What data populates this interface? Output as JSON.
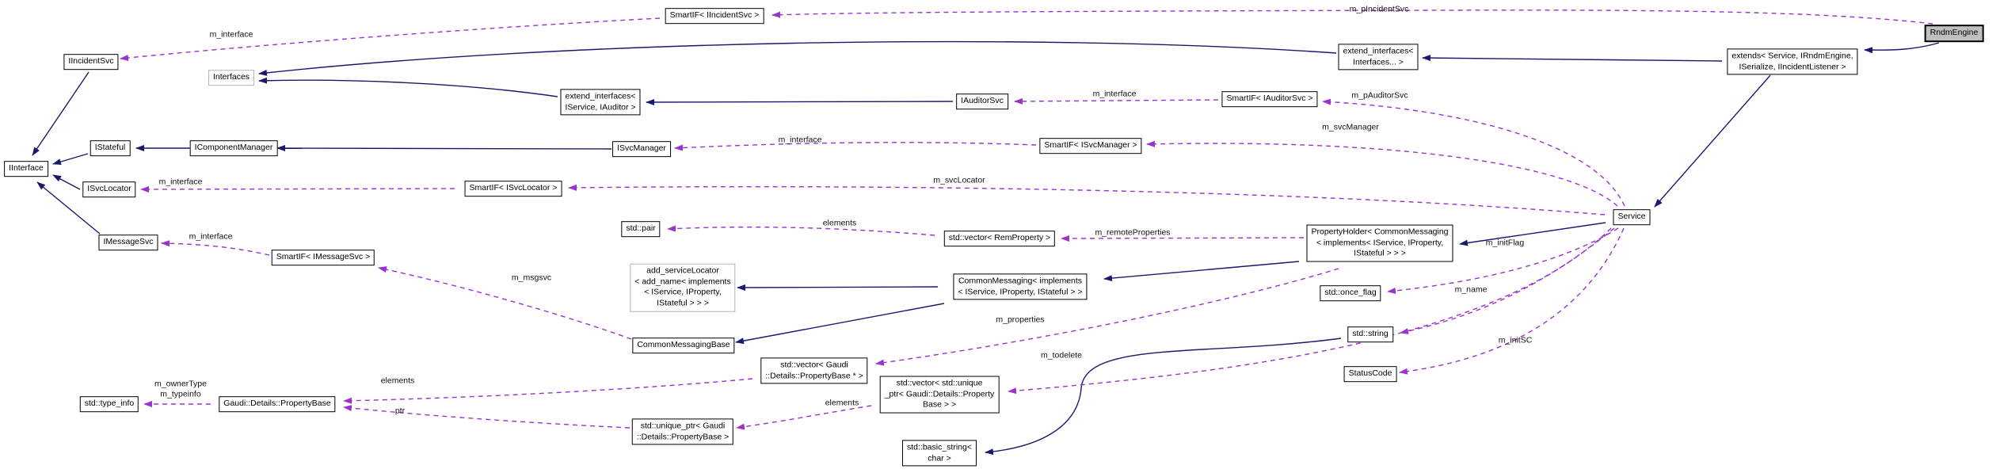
{
  "diagram": {
    "type": "doxygen-collaboration-graph",
    "main_class": "RndmEngine",
    "colors": {
      "inheritance_edge": "#191970",
      "usage_edge": "#9a32cd",
      "node_background": "#ffffff",
      "main_node_background": "#bfbfbf",
      "node_border": "#000000",
      "undocumented_node_border": "#b4b4b4"
    },
    "nodes": [
      {
        "id": "smartif-iincidentsvc",
        "label": "SmartIF< IIncidentSvc >"
      },
      {
        "id": "rndmengine",
        "label": "RndmEngine"
      },
      {
        "id": "iincidentsvc",
        "label": "IIncidentSvc"
      },
      {
        "id": "interfaces",
        "label": "Interfaces"
      },
      {
        "id": "extend-interfaces-variadic",
        "label": "extend_interfaces<\nInterfaces... >"
      },
      {
        "id": "extends-service",
        "label": "extends< Service, IRndmEngine,\nISerialize, IIncidentListener >"
      },
      {
        "id": "extend-interfaces-iservice-iauditor",
        "label": "extend_interfaces<\nIService, IAuditor >"
      },
      {
        "id": "iauditorsvc",
        "label": "IAuditorSvc"
      },
      {
        "id": "smartif-iauditorsvc",
        "label": "SmartIF< IAuditorSvc >"
      },
      {
        "id": "istateful",
        "label": "IStateful"
      },
      {
        "id": "icomponentmanager",
        "label": "IComponentManager"
      },
      {
        "id": "isvcmanager",
        "label": "ISvcManager"
      },
      {
        "id": "smartif-isvcmanager",
        "label": "SmartIF< ISvcManager >"
      },
      {
        "id": "iinterface",
        "label": "IInterface"
      },
      {
        "id": "isvclocator",
        "label": "ISvcLocator"
      },
      {
        "id": "smartif-isvclocator",
        "label": "SmartIF< ISvcLocator >"
      },
      {
        "id": "service",
        "label": "Service"
      },
      {
        "id": "std-pair",
        "label": "std::pair"
      },
      {
        "id": "vector-remproperty",
        "label": "std::vector< RemProperty >"
      },
      {
        "id": "propertyholder",
        "label": "PropertyHolder< CommonMessaging\n< implements< IService, IProperty,\nIStateful > > >"
      },
      {
        "id": "add-servicelocator",
        "label": "add_serviceLocator\n< add_name< implements\n< IService, IProperty,\nIStateful > > >"
      },
      {
        "id": "commonmessaging-implements",
        "label": "CommonMessaging< implements\n< IService, IProperty, IStateful > >"
      },
      {
        "id": "smartif-imessagesvc",
        "label": "SmartIF< IMessageSvc >"
      },
      {
        "id": "imessagesvc",
        "label": "IMessageSvc"
      },
      {
        "id": "commonmessagingbase",
        "label": "CommonMessagingBase"
      },
      {
        "id": "vector-propertybase-ptr",
        "label": "std::vector< Gaudi\n::Details::PropertyBase * >"
      },
      {
        "id": "vector-unique-ptr-propertybase",
        "label": "std::vector< std::unique\n_ptr< Gaudi::Details::Property\nBase > >"
      },
      {
        "id": "std-once-flag",
        "label": "std::once_flag"
      },
      {
        "id": "std-string",
        "label": "std::string"
      },
      {
        "id": "statuscode",
        "label": "StatusCode"
      },
      {
        "id": "std-basic-string-char",
        "label": "std::basic_string<\nchar >"
      },
      {
        "id": "std-type-info",
        "label": "std::type_info"
      },
      {
        "id": "gaudi-details-propertybase",
        "label": "Gaudi::Details::PropertyBase"
      },
      {
        "id": "unique-ptr-propertybase",
        "label": "std::unique_ptr< Gaudi\n::Details::PropertyBase >"
      }
    ],
    "edge_labels": [
      {
        "text": "m_interface"
      },
      {
        "text": "m_pIncidentSvc"
      },
      {
        "text": "m_interface"
      },
      {
        "text": "m_pAuditorSvc"
      },
      {
        "text": "m_interface"
      },
      {
        "text": "m_svcManager"
      },
      {
        "text": "m_interface"
      },
      {
        "text": "m_svcLocator"
      },
      {
        "text": "elements"
      },
      {
        "text": "m_remoteProperties"
      },
      {
        "text": "m_initFlag"
      },
      {
        "text": "m_name"
      },
      {
        "text": "m_initSC"
      },
      {
        "text": "m_todelete"
      },
      {
        "text": "m_properties"
      },
      {
        "text": "m_msgsvc"
      },
      {
        "text": "m_interface"
      },
      {
        "text": "elements"
      },
      {
        "text": "elements"
      },
      {
        "text": "ptr"
      },
      {
        "text": "m_ownerType\nm_typeinfo"
      }
    ],
    "edges": [
      {
        "from": "IIncidentSvc",
        "to": "IInterface",
        "kind": "inheritance"
      },
      {
        "from": "IStateful",
        "to": "IInterface",
        "kind": "inheritance"
      },
      {
        "from": "ISvcLocator",
        "to": "IInterface",
        "kind": "inheritance"
      },
      {
        "from": "IMessageSvc",
        "to": "IInterface",
        "kind": "inheritance"
      },
      {
        "from": "IComponentManager",
        "to": "IStateful",
        "kind": "inheritance"
      },
      {
        "from": "ISvcManager",
        "to": "IComponentManager",
        "kind": "inheritance"
      },
      {
        "from": "extend_interfaces< Interfaces... >",
        "to": "Interfaces",
        "kind": "inheritance"
      },
      {
        "from": "extend_interfaces< IService, IAuditor >",
        "to": "Interfaces",
        "kind": "inheritance"
      },
      {
        "from": "IAuditorSvc",
        "to": "extend_interfaces< IService, IAuditor >",
        "kind": "inheritance"
      },
      {
        "from": "extends< Service, IRndmEngine, ISerialize, IIncidentListener >",
        "to": "extend_interfaces< Interfaces... >",
        "kind": "inheritance"
      },
      {
        "from": "RndmEngine",
        "to": "extends< Service, IRndmEngine, ISerialize, IIncidentListener >",
        "kind": "inheritance"
      },
      {
        "from": "extends< Service, IRndmEngine, ISerialize, IIncidentListener >",
        "to": "Service",
        "kind": "inheritance"
      },
      {
        "from": "Service",
        "to": "PropertyHolder< CommonMessaging< implements< IService, IProperty, IStateful > > >",
        "kind": "inheritance"
      },
      {
        "from": "PropertyHolder< CommonMessaging< implements< IService, IProperty, IStateful > > >",
        "to": "CommonMessaging< implements< IService, IProperty, IStateful > >",
        "kind": "inheritance"
      },
      {
        "from": "CommonMessaging< implements< IService, IProperty, IStateful > >",
        "to": "add_serviceLocator< add_name< implements< IService, IProperty, IStateful > > >",
        "kind": "inheritance"
      },
      {
        "from": "CommonMessaging< implements< IService, IProperty, IStateful > >",
        "to": "CommonMessagingBase",
        "kind": "inheritance"
      },
      {
        "from": "std::string",
        "to": "std::basic_string< char >",
        "kind": "inheritance"
      },
      {
        "from": "SmartIF< IIncidentSvc >",
        "to": "IIncidentSvc",
        "kind": "usage",
        "label": "m_interface"
      },
      {
        "from": "RndmEngine",
        "to": "SmartIF< IIncidentSvc >",
        "kind": "usage",
        "label": "m_pIncidentSvc"
      },
      {
        "from": "SmartIF< IAuditorSvc >",
        "to": "IAuditorSvc",
        "kind": "usage",
        "label": "m_interface"
      },
      {
        "from": "Service",
        "to": "SmartIF< IAuditorSvc >",
        "kind": "usage",
        "label": "m_pAuditorSvc"
      },
      {
        "from": "SmartIF< ISvcManager >",
        "to": "ISvcManager",
        "kind": "usage",
        "label": "m_interface"
      },
      {
        "from": "Service",
        "to": "SmartIF< ISvcManager >",
        "kind": "usage",
        "label": "m_svcManager"
      },
      {
        "from": "SmartIF< ISvcLocator >",
        "to": "ISvcLocator",
        "kind": "usage",
        "label": "m_interface"
      },
      {
        "from": "Service",
        "to": "SmartIF< ISvcLocator >",
        "kind": "usage",
        "label": "m_svcLocator"
      },
      {
        "from": "std::vector< RemProperty >",
        "to": "std::pair",
        "kind": "usage",
        "label": "elements"
      },
      {
        "from": "PropertyHolder< CommonMessaging< implements< IService, IProperty, IStateful > > >",
        "to": "std::vector< RemProperty >",
        "kind": "usage",
        "label": "m_remoteProperties"
      },
      {
        "from": "Service",
        "to": "std::once_flag",
        "kind": "usage",
        "label": "m_initFlag"
      },
      {
        "from": "Service",
        "to": "std::string",
        "kind": "usage",
        "label": "m_name"
      },
      {
        "from": "Service",
        "to": "StatusCode",
        "kind": "usage",
        "label": "m_initSC"
      },
      {
        "from": "Service",
        "to": "std::vector< std::unique_ptr< Gaudi::Details::PropertyBase > >",
        "kind": "usage",
        "label": "m_todelete"
      },
      {
        "from": "PropertyHolder< CommonMessaging< implements< IService, IProperty, IStateful > > >",
        "to": "std::vector< Gaudi::Details::PropertyBase * >",
        "kind": "usage",
        "label": "m_properties"
      },
      {
        "from": "CommonMessagingBase",
        "to": "SmartIF< IMessageSvc >",
        "kind": "usage",
        "label": "m_msgsvc"
      },
      {
        "from": "SmartIF< IMessageSvc >",
        "to": "IMessageSvc",
        "kind": "usage",
        "label": "m_interface"
      },
      {
        "from": "std::vector< Gaudi::Details::PropertyBase * >",
        "to": "Gaudi::Details::PropertyBase",
        "kind": "usage",
        "label": "elements"
      },
      {
        "from": "std::vector< std::unique_ptr< Gaudi::Details::PropertyBase > >",
        "to": "std::unique_ptr< Gaudi::Details::PropertyBase >",
        "kind": "usage",
        "label": "elements"
      },
      {
        "from": "std::unique_ptr< Gaudi::Details::PropertyBase >",
        "to": "Gaudi::Details::PropertyBase",
        "kind": "usage",
        "label": "ptr"
      },
      {
        "from": "Gaudi::Details::PropertyBase",
        "to": "std::type_info",
        "kind": "usage",
        "label": "m_ownerType m_typeinfo"
      }
    ]
  }
}
